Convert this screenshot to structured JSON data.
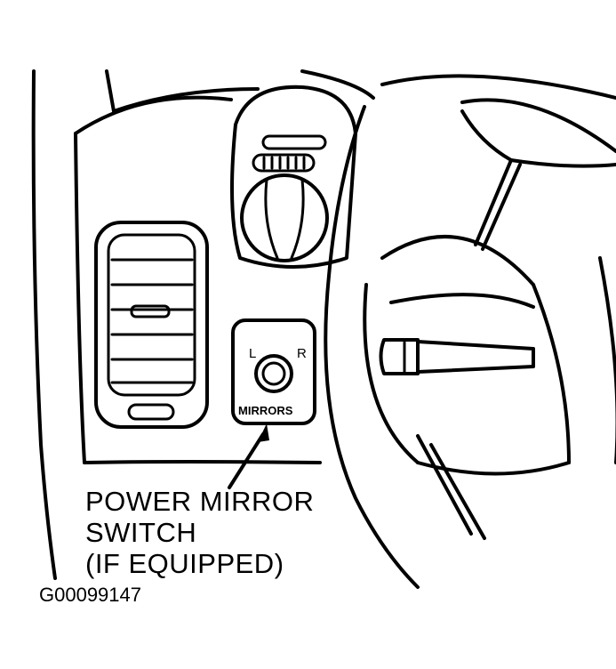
{
  "diagram": {
    "switch_labels": {
      "left": "L",
      "right": "R",
      "name": "MIRRORS"
    },
    "callout_lines": [
      "POWER MIRROR",
      "SWITCH",
      "(IF EQUIPPED)"
    ],
    "figure_id": "G00099147"
  }
}
